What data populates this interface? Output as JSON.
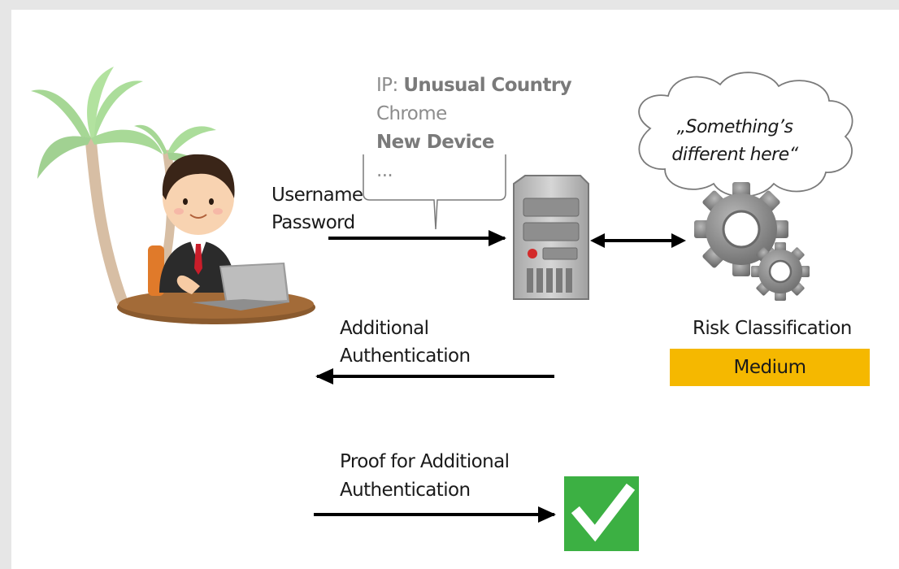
{
  "login": {
    "username_label": "Username",
    "password_label": "Password"
  },
  "context": {
    "ip_prefix": "IP: ",
    "ip_value": "Unusual Country",
    "browser": "Chrome",
    "device": "New Device",
    "more": "..."
  },
  "thought": {
    "line1": "„Something’s",
    "line2": "different here“"
  },
  "risk": {
    "label": "Risk Classification",
    "level": "Medium",
    "level_color": "#f5b800"
  },
  "additional_auth": {
    "line1": "Additional",
    "line2": "Authentication"
  },
  "proof": {
    "line1": "Proof for Additional",
    "line2": "Authentication"
  },
  "colors": {
    "success": "#3cb043",
    "arrow": "#000000",
    "server_body": "#b9b9b9",
    "gear": "#8a8a8a"
  },
  "icons": {
    "user": "businessman-at-laptop-icon",
    "server": "server-icon",
    "risk_engine": "gears-icon",
    "success": "checkmark-icon"
  }
}
